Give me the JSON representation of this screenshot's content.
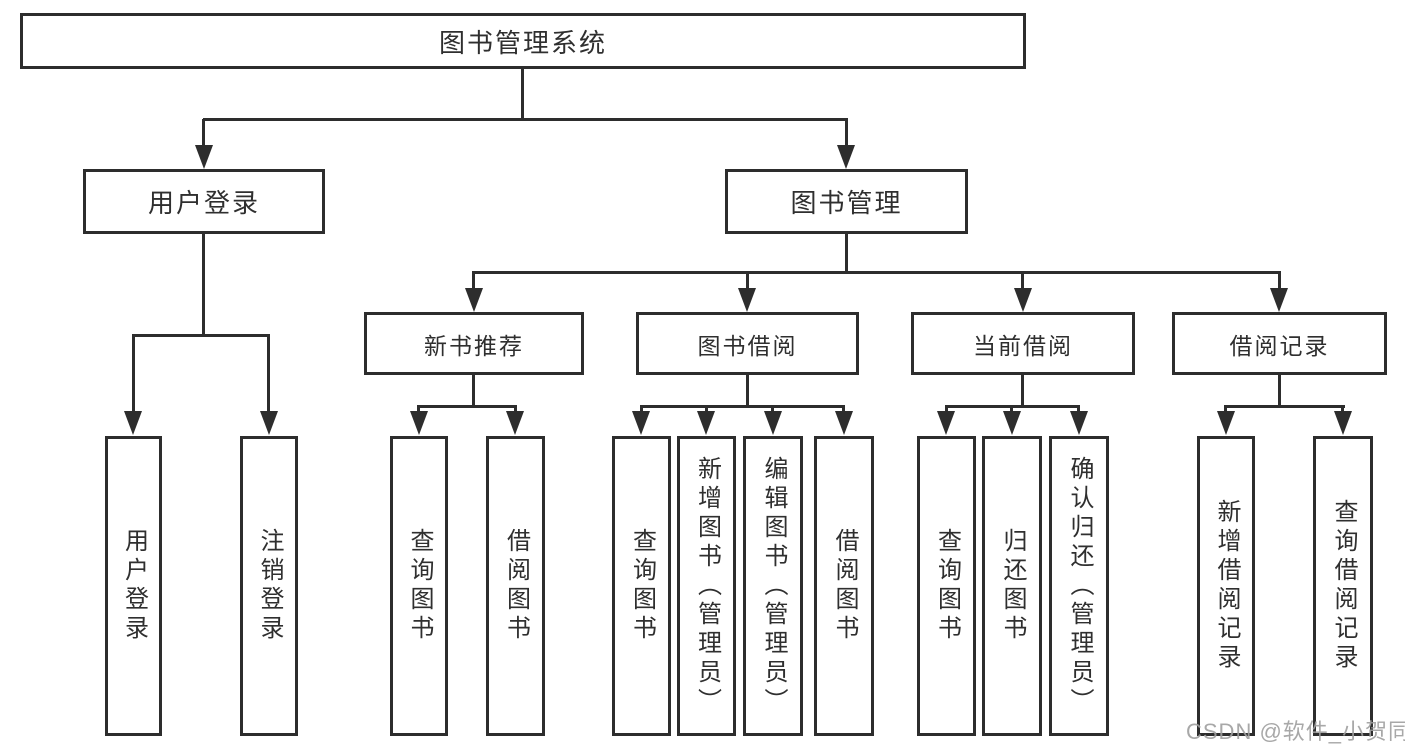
{
  "diagram": {
    "root": "图书管理系统",
    "level2": {
      "user_login": "用户登录",
      "book_management": "图书管理"
    },
    "level3": {
      "new_book_recommend": "新书推荐",
      "book_borrow": "图书借阅",
      "current_borrow": "当前借阅",
      "borrow_records": "借阅记录"
    },
    "leaves": {
      "user_login": [
        "用户登录",
        "注销登录"
      ],
      "new_book_recommend": [
        "查询图书",
        "借阅图书"
      ],
      "book_borrow": [
        "查询图书",
        "新增图书（管理员）",
        "编辑图书（管理员）",
        "借阅图书"
      ],
      "current_borrow": [
        "查询图书",
        "归还图书",
        "确认归还（管理员）"
      ],
      "borrow_records": [
        "新增借阅记录",
        "查询借阅记录"
      ]
    }
  },
  "watermark": "CSDN @软件_小贺同学",
  "colors": {
    "line": "#2d2d2d",
    "text": "#2f2f2f",
    "box_fill": "#ffffff",
    "watermark": "#9e9e9e",
    "background": "#ffffff"
  }
}
